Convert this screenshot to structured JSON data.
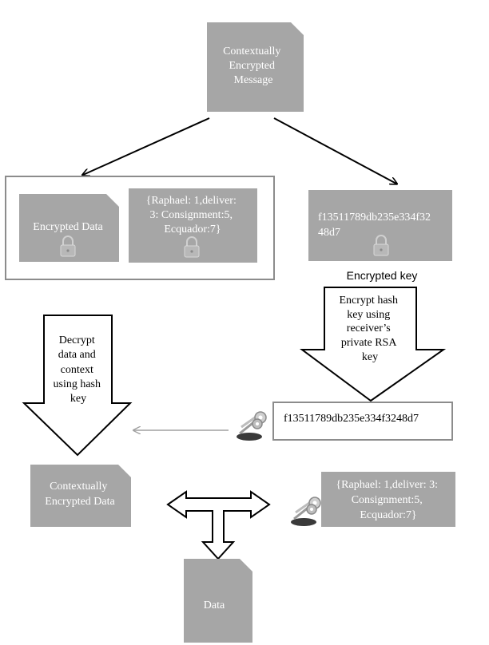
{
  "nodes": {
    "message": {
      "lines": [
        "Contextually",
        "Encrypted",
        "Message"
      ]
    },
    "encrypted_data": {
      "label": "Encrypted Data"
    },
    "context_top": {
      "lines": [
        "{Raphael: 1,deliver:",
        "3: Consignment:5,",
        "Ecquador:7}"
      ]
    },
    "hash_key_box": {
      "lines": [
        "f13511789db235e334f32",
        "48d7"
      ]
    },
    "encrypted_key_label": "Encrypted key",
    "encrypt_arrow": {
      "lines": [
        "Encrypt hash",
        "key using",
        "receiver’s",
        "private RSA",
        "key"
      ]
    },
    "decrypt_arrow": {
      "lines": [
        "Decrypt",
        "data and",
        "context",
        "using hash",
        "key"
      ]
    },
    "hash_key_plain": "f13511789db235e334f3248d7",
    "contextually_data": {
      "lines": [
        "Contextually",
        "Encrypted Data"
      ]
    },
    "context_bottom": {
      "lines": [
        "{Raphael: 1,deliver: 3:",
        "Consignment:5,",
        "Ecquador:7}"
      ]
    },
    "data": {
      "label": "Data"
    }
  },
  "icons": [
    "lock-icon",
    "keys-icon"
  ],
  "colors": {
    "box_fill": "#a6a6a6",
    "text_on_box": "#ffffff",
    "stroke": "#000000",
    "frame": "#8c8c8c",
    "connector": "#a0a0a0"
  }
}
